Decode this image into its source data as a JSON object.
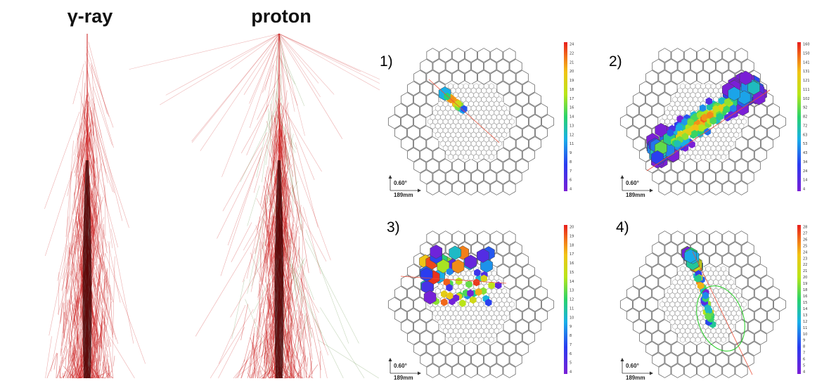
{
  "showers": [
    {
      "id": "gamma",
      "title": "γ-ray"
    },
    {
      "id": "proton",
      "title": "proton"
    }
  ],
  "panels": [
    {
      "label": "1)",
      "colorbar_ticks": [
        "24",
        "22",
        "21",
        "20",
        "19",
        "18",
        "17",
        "16",
        "14",
        "13",
        "12",
        "11",
        "9",
        "8",
        "7",
        "6",
        "4"
      ],
      "scale_angle": "0.60°",
      "scale_length": "189mm"
    },
    {
      "label": "2)",
      "colorbar_ticks": [
        "160",
        "150",
        "141",
        "131",
        "121",
        "111",
        "102",
        "92",
        "82",
        "72",
        "63",
        "53",
        "43",
        "34",
        "24",
        "14",
        "4"
      ],
      "scale_angle": "0.60°",
      "scale_length": "189mm"
    },
    {
      "label": "3)",
      "colorbar_ticks": [
        "20",
        "19",
        "18",
        "17",
        "16",
        "15",
        "14",
        "13",
        "12",
        "11",
        "10",
        "9",
        "8",
        "7",
        "6",
        "5",
        "4"
      ],
      "scale_angle": "0.60°",
      "scale_length": "189mm"
    },
    {
      "label": "4)",
      "colorbar_ticks": [
        "28",
        "27",
        "26",
        "25",
        "24",
        "23",
        "22",
        "21",
        "20",
        "19",
        "18",
        "16",
        "15",
        "14",
        "13",
        "12",
        "11",
        "10",
        "9",
        "8",
        "7",
        "6",
        "5",
        "4"
      ],
      "scale_angle": "0.60°",
      "scale_length": "189mm"
    }
  ],
  "colors": {
    "shower": "#c81212",
    "shower_core": "#3a0000",
    "proton_green": "#5a8a3a",
    "hex_stroke": "#555555",
    "axis_line": "#e8503a",
    "ellipse": "#22cc22"
  }
}
